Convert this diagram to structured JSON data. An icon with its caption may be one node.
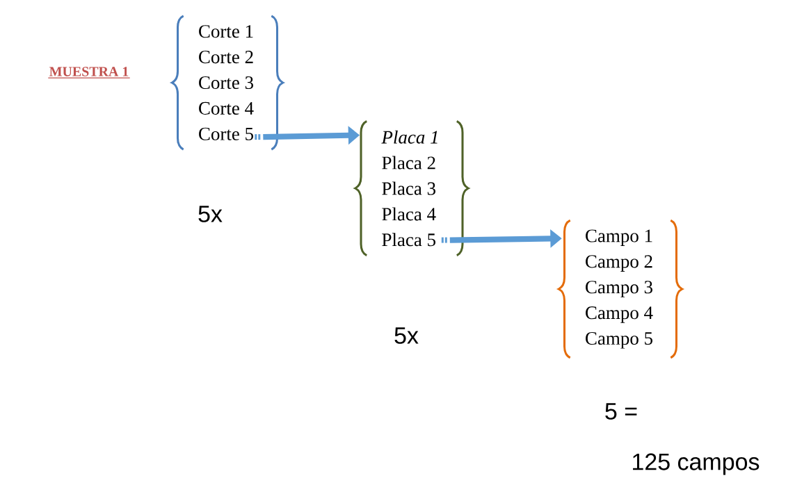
{
  "diagram": {
    "nodes": [
      {
        "text": [
          "Corte 1",
          "Corte 2",
          "Corte 3",
          "Corte 4",
          "Corte 5"
        ]
      },
      {
        "text": [
          "Placa 1",
          "Placa 2",
          "Placa 3",
          "Placa 4",
          "Placa 5"
        ]
      },
      {
        "text": [
          "Campo 1",
          "Campo 2",
          "Campo 3",
          "Campo 4",
          "Campo 5"
        ]
      }
    ],
    "edges": [
      {
        "from": 0,
        "to": 1,
        "arrow": "to"
      },
      {
        "from": 1,
        "to": 2,
        "arrow": "to"
      }
    ],
    "labels": [
      "MUESTRA 1",
      "5x",
      "5x",
      "5 =",
      "125 campos"
    ]
  }
}
